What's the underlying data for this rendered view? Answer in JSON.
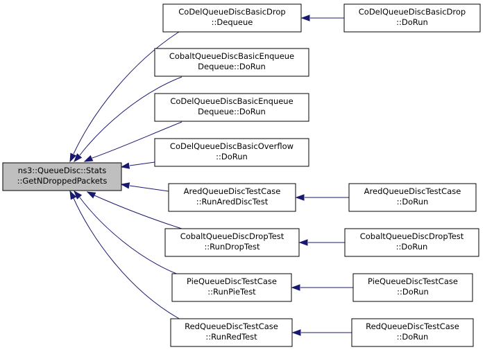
{
  "diagram": {
    "nodes": [
      {
        "id": "root",
        "lines": [
          "ns3::QueueDisc::Stats",
          "::GetNDroppedPackets"
        ],
        "root": true
      },
      {
        "id": "codel_drop_deq",
        "lines": [
          "CoDelQueueDiscBasicDrop",
          "::Dequeue"
        ]
      },
      {
        "id": "codel_drop_run",
        "lines": [
          "CoDelQueueDiscBasicDrop",
          "::DoRun"
        ]
      },
      {
        "id": "cobalt_enq_deq",
        "lines": [
          "CobaltQueueDiscBasicEnqueue",
          "Dequeue::DoRun"
        ]
      },
      {
        "id": "codel_enq_deq",
        "lines": [
          "CoDelQueueDiscBasicEnqueue",
          "Dequeue::DoRun"
        ]
      },
      {
        "id": "codel_overflow",
        "lines": [
          "CoDelQueueDiscBasicOverflow",
          "::DoRun"
        ]
      },
      {
        "id": "ared_run_test",
        "lines": [
          "AredQueueDiscTestCase",
          "::RunAredDiscTest"
        ]
      },
      {
        "id": "ared_dorun",
        "lines": [
          "AredQueueDiscTestCase",
          "::DoRun"
        ]
      },
      {
        "id": "cobalt_drop_test",
        "lines": [
          "CobaltQueueDiscDropTest",
          "::RunDropTest"
        ]
      },
      {
        "id": "cobalt_drop_dorun",
        "lines": [
          "CobaltQueueDiscDropTest",
          "::DoRun"
        ]
      },
      {
        "id": "pie_run_test",
        "lines": [
          "PieQueueDiscTestCase",
          "::RunPieTest"
        ]
      },
      {
        "id": "pie_dorun",
        "lines": [
          "PieQueueDiscTestCase",
          "::DoRun"
        ]
      },
      {
        "id": "red_run_test",
        "lines": [
          "RedQueueDiscTestCase",
          "::RunRedTest"
        ]
      },
      {
        "id": "red_dorun",
        "lines": [
          "RedQueueDiscTestCase",
          "::DoRun"
        ]
      }
    ],
    "edges": [
      {
        "from": "codel_drop_deq",
        "to": "root"
      },
      {
        "from": "cobalt_enq_deq",
        "to": "root"
      },
      {
        "from": "codel_enq_deq",
        "to": "root"
      },
      {
        "from": "codel_overflow",
        "to": "root"
      },
      {
        "from": "ared_run_test",
        "to": "root"
      },
      {
        "from": "cobalt_drop_test",
        "to": "root"
      },
      {
        "from": "pie_run_test",
        "to": "root"
      },
      {
        "from": "red_run_test",
        "to": "root"
      },
      {
        "from": "codel_drop_run",
        "to": "codel_drop_deq"
      },
      {
        "from": "ared_dorun",
        "to": "ared_run_test"
      },
      {
        "from": "cobalt_drop_dorun",
        "to": "cobalt_drop_test"
      },
      {
        "from": "pie_dorun",
        "to": "pie_run_test"
      },
      {
        "from": "red_dorun",
        "to": "red_run_test"
      }
    ]
  }
}
